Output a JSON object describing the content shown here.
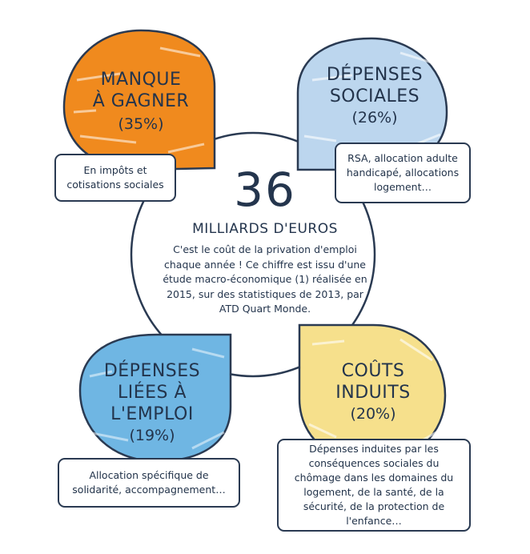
{
  "center": {
    "number": "36",
    "unit": "MILLIARDS D'EUROS",
    "description": "C'est le coût de la privation d'emploi chaque année ! Ce chiffre est issu d'une étude macro-économique (1) réalisée en 2015, sur des statistiques de 2013, par ATD Quart Monde."
  },
  "petals": {
    "manque": {
      "title_line1": "MANQUE",
      "title_line2": "À GAGNER",
      "percent": "(35%)",
      "note": "En impôts et cotisations sociales",
      "color": "#f08a1e"
    },
    "sociales": {
      "title_line1": "DÉPENSES",
      "title_line2": "SOCIALES",
      "percent": "(26%)",
      "note": "RSA, allocation adulte handicapé, allocations logement…",
      "color": "#bcd6ee"
    },
    "emploi": {
      "title_line1": "DÉPENSES",
      "title_line2": "LIÉES À",
      "title_line3": "L'EMPLOI",
      "percent": "(19%)",
      "note": "Allocation spécifique de solidarité, accompagnement…",
      "color": "#6fb6e3"
    },
    "couts": {
      "title_line1": "COÛTS",
      "title_line2": "INDUITS",
      "percent": "(20%)",
      "note": "Dépenses induites par les conséquences sociales du chômage dans les domaines du logement, de la santé, de la sécurité, de la protection de l'enfance…",
      "color": "#f6e08c"
    }
  },
  "outline_color": "#2a3a52"
}
